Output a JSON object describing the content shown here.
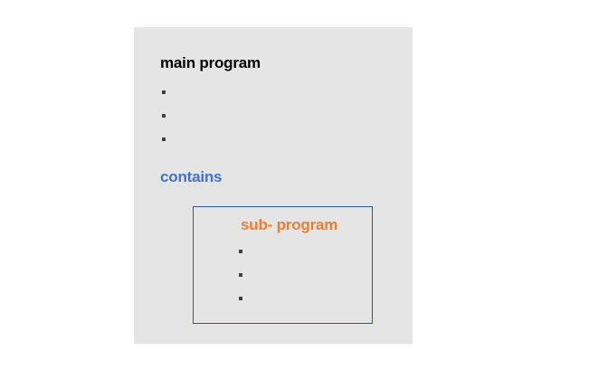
{
  "diagram": {
    "title_main": "main program",
    "relation_label": "contains",
    "title_sub": "sub- program",
    "main_bullets": [
      "",
      "",
      ""
    ],
    "sub_bullets": [
      "",
      "",
      ""
    ],
    "colors": {
      "panel_background": "#e5e5e5",
      "page_background": "#ffffff",
      "main_title_color": "#000000",
      "relation_color": "#4472c4",
      "sub_title_color": "#ed7d31",
      "sub_box_border": "#2e5496",
      "bullet_color": "#404040"
    }
  }
}
